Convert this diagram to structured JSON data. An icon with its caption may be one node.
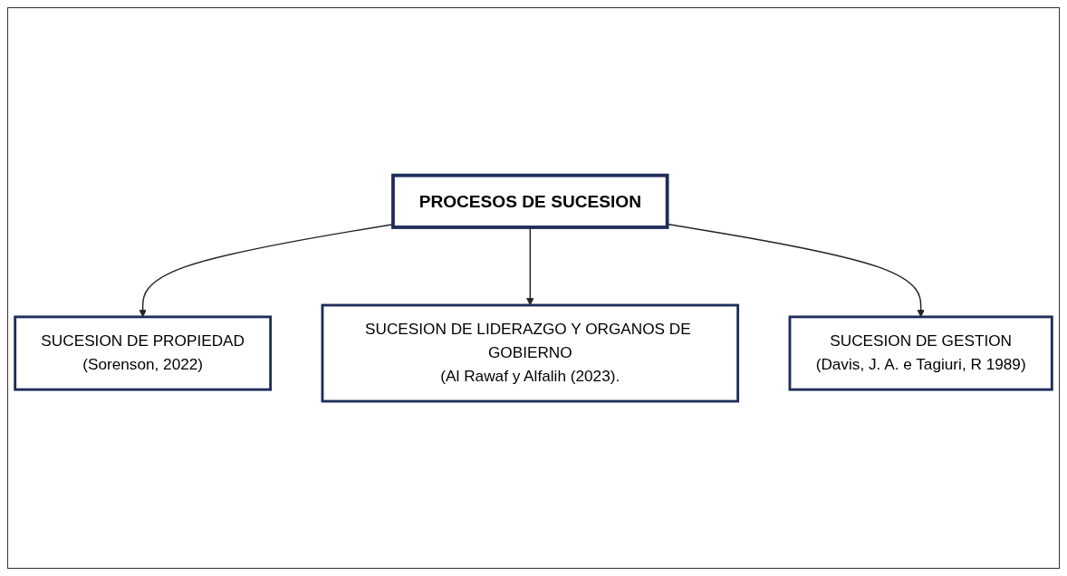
{
  "diagram": {
    "nodes": [
      {
        "text": [
          "PROCESOS DE SUCESION"
        ]
      },
      {
        "text": [
          "SUCESION DE PROPIEDAD",
          "(Sorenson, 2022)"
        ]
      },
      {
        "text": [
          "SUCESION DE LIDERAZGO Y ORGANOS DE GOBIERNO",
          "(Al Rawaf y Alfalih (2023)."
        ]
      },
      {
        "text": [
          "SUCESION DE GESTION",
          "(Davis, J. A. e Tagiuri, R 1989)"
        ]
      }
    ],
    "edges": [
      {
        "from": 0,
        "to": 1,
        "arrow": "to"
      },
      {
        "from": 0,
        "to": 2,
        "arrow": "to"
      },
      {
        "from": 0,
        "to": 3,
        "arrow": "to"
      }
    ]
  }
}
